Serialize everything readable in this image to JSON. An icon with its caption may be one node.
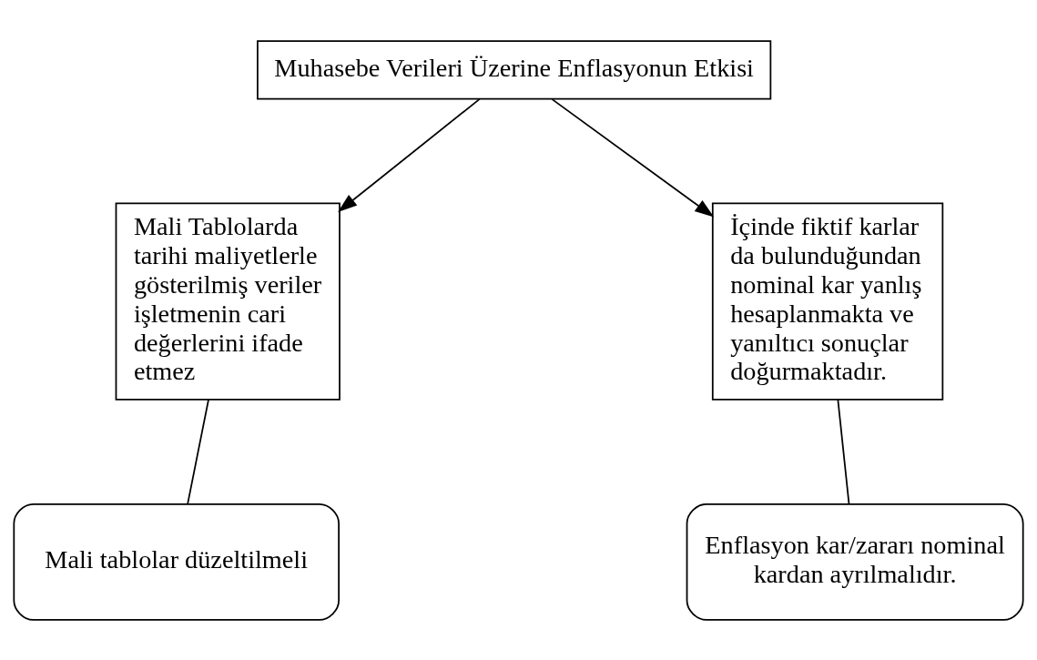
{
  "diagram": {
    "nodes": [
      {
        "text": [
          "Muhasebe Verileri Üzerine Enflasyonun Etkisi"
        ]
      },
      {
        "text": [
          "Mali Tablolarda tarihi maliyetlerle gösterilmiş veriler işletmenin cari değerlerini ifade etmez"
        ]
      },
      {
        "text": [
          "İçinde fiktif karlar da bulunduğundan nominal kar yanlış hesaplanmakta ve yanıltıcı sonuçlar doğurmaktadır."
        ]
      },
      {
        "text": [
          "Mali tablolar düzeltilmeli"
        ]
      },
      {
        "text": [
          "Enflasyon kar/zararı nominal kardan ayrılmalıdır."
        ]
      }
    ],
    "edges": [
      {
        "from": 0,
        "to": 1,
        "arrow": "to"
      },
      {
        "from": 0,
        "to": 2,
        "arrow": "to"
      },
      {
        "from": 1,
        "to": 3,
        "arrow": "none"
      },
      {
        "from": 2,
        "to": 4,
        "arrow": "none"
      }
    ]
  }
}
